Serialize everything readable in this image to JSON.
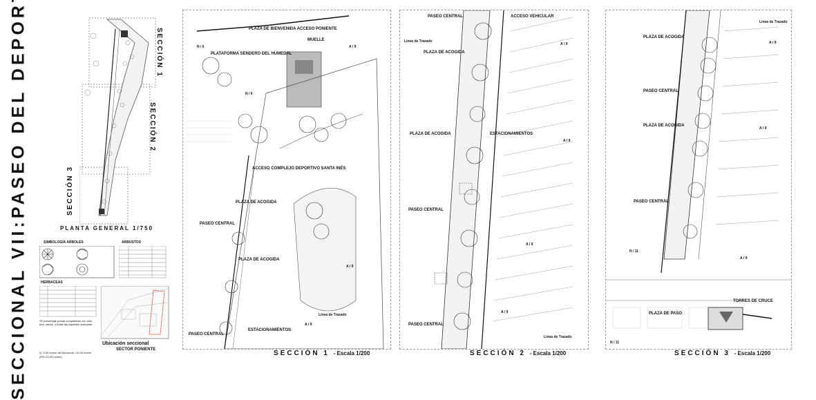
{
  "title": "SECCIONAL VII:PASEO DEL DEPORTE",
  "plan_general": {
    "title": "PLANTA GENERAL 1/750",
    "sections": [
      "SECCIÓN 1",
      "SECCIÓN 2",
      "SECCIÓN 3"
    ]
  },
  "legend": {
    "trees_title": "SIMBOLOGÍA ARBOLES",
    "shrubs_title": "ARBUSTOS",
    "herbs_title": "HERBACEAS",
    "note": "*El porcentaje puede completarse con sólo una, varias, o todas las especies indicadas",
    "location_title": "Ubicación seccional",
    "location_subtitle": "SECTOR PONIENTE",
    "footer_lines": [
      "Q: 9.00 m/mm del seccional =15.00 mm/m",
      "(PR=15.00 m/mm)"
    ]
  },
  "sheets": [
    {
      "title": "SECCIÓN 1",
      "scale": "- Escala 1/200",
      "labels": [
        "PLAZA DE BIENVENIDA ACCESO PONIENTE",
        "PLATAFORMA SENDERO DEL HUMEDAL",
        "MUELLE",
        "ACCESO COMPLEJO DEPORTIVO SANTA INÉS",
        "PASEO CENTRAL",
        "PLAZA DE ACOGIDA",
        "ESTACIONAMIENTOS",
        "PASEO CENTRAL",
        "PLAZA DE ACOGIDA",
        "Línea de Trazado"
      ],
      "grid_marks": [
        "N / 6",
        "N / 6",
        "A / 9",
        "A / 9",
        "A / 9"
      ]
    },
    {
      "title": "SECCIÓN 2",
      "scale": "- Escala 1/200",
      "labels": [
        "PASEO CENTRAL",
        "ACCESO VEHICULAR",
        "PLAZA DE ACOGIDA",
        "PLAZA DE ACOGIDA",
        "ESTACIONAMIENTOS",
        "PASEO CENTRAL",
        "PASEO CENTRAL",
        "Línea de Trazado",
        "Línea de Trazado"
      ],
      "grid_marks": [
        "A / 9",
        "A / 9",
        "A / 9",
        "A / 9"
      ]
    },
    {
      "title": "SECCIÓN 3",
      "scale": "- Escala 1/200",
      "labels": [
        "PLAZA DE ACOGIDA",
        "PASEO CENTRAL",
        "PLAZA DE ACOGIDA",
        "PASEO CENTRAL",
        "TORRES DE CRUCE",
        "PLAZA DE PASO",
        "Línea de Trazado"
      ],
      "grid_marks": [
        "A / 9",
        "A / 9",
        "A / 9",
        "N / 11",
        "N / 11"
      ]
    }
  ]
}
